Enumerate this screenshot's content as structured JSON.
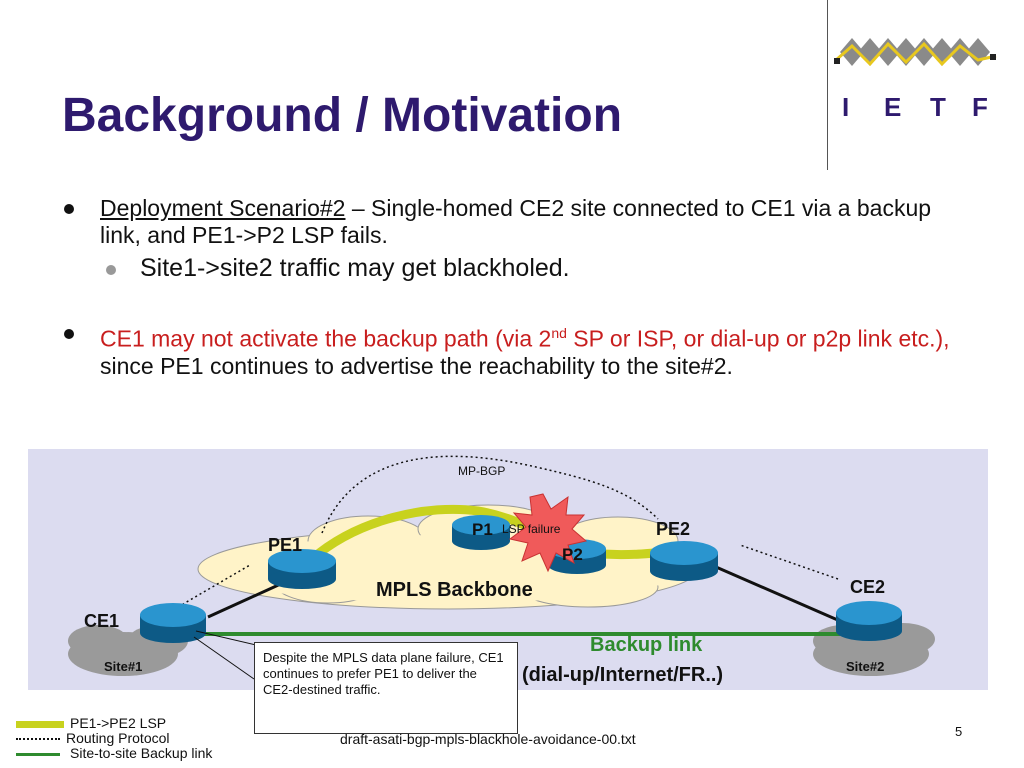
{
  "slide": {
    "title": "Background / Motivation",
    "logo_text": [
      "I",
      "E",
      "T",
      "F"
    ],
    "bullet1_link": "Deployment Scenario#2",
    "bullet1_rest": " – Single-homed CE2 site connected to CE1 via a backup link, and PE1->P2 LSP fails.",
    "sub1": "Site1->site2 traffic may get blackholed.",
    "bullet2_red_a": "CE1 may not activate the backup path (via 2",
    "bullet2_sup": "nd",
    "bullet2_red_b": " SP or ISP, or dial-up or p2p link etc.),",
    "bullet2_rest": " since PE1 continues to advertise the reachability to the site#2."
  },
  "diagram": {
    "mpbgp": "MP-BGP",
    "p1": "P1",
    "p2": "P2",
    "lsp_failure": "LSP failure",
    "pe1": "PE1",
    "pe2": "PE2",
    "mpls": "MPLS Backbone",
    "ce1": "CE1",
    "ce2": "CE2",
    "site1": "Site#1",
    "site2": "Site#2",
    "backup1": "Backup link",
    "backup2": "(dial-up/Internet/FR..)",
    "callout": "Despite the MPLS data plane failure, CE1 continues to prefer PE1 to deliver the CE2-destined traffic.",
    "colors": {
      "lsp": "#c8d21e",
      "backup": "#2e8b2e",
      "router": "#1d7fb5",
      "burst": "#f05a5a"
    }
  },
  "legend": {
    "lsp": "PE1->PE2 LSP",
    "routing": "Routing Protocol",
    "backup": "Site-to-site Backup link"
  },
  "footer": "draft-asati-bgp-mpls-blackhole-avoidance-00.txt",
  "page": "5"
}
